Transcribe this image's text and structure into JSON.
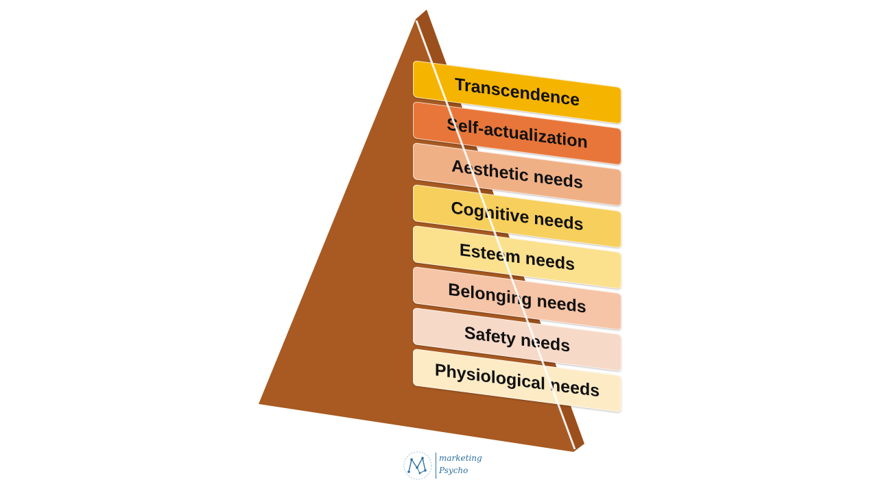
{
  "diagram": {
    "levels": [
      {
        "label": "Transcendence",
        "color": "#f5b400"
      },
      {
        "label": "Self-actualization",
        "color": "#e8763a"
      },
      {
        "label": "Aesthetic needs",
        "color": "#f0b086"
      },
      {
        "label": "Cognitive needs",
        "color": "#f7cf5c"
      },
      {
        "label": "Esteem needs",
        "color": "#fbe08e"
      },
      {
        "label": "Belonging needs",
        "color": "#f6c4a6"
      },
      {
        "label": "Safety needs",
        "color": "#f7d9c8"
      },
      {
        "label": "Physiological needs",
        "color": "#fdebc5"
      }
    ],
    "pyramid_color": "#a85a22",
    "pyramid_side_color": "#9a4f1c"
  },
  "logo": {
    "line1": "marketing",
    "line2": "Psycho",
    "icon": "constellation-mp-icon",
    "color": "#2b6fa0"
  }
}
